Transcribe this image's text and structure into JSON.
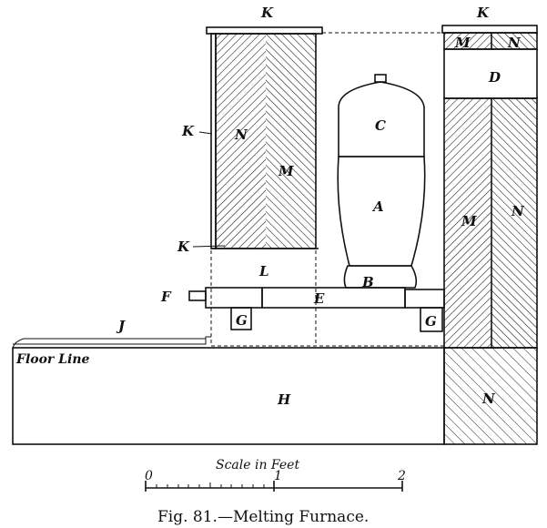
{
  "labels": {
    "k_top_left": "K",
    "k_top_right": "K",
    "k_side": "K",
    "k_bottom": "K",
    "m_top": "M",
    "n_top": "N",
    "d": "D",
    "c": "C",
    "a": "A",
    "b": "B",
    "n_left": "N",
    "m_left": "M",
    "m_right": "M",
    "n_right": "N",
    "l": "L",
    "e": "E",
    "f": "F",
    "g_left": "G",
    "g_right": "G",
    "j": "J",
    "h": "H",
    "n_bottom": "N",
    "floor_line": "Floor Line"
  },
  "scale": {
    "title": "Scale in Feet",
    "ticks": [
      "0",
      "1",
      "2"
    ]
  },
  "caption": "Fig. 81.—Melting Furnace."
}
